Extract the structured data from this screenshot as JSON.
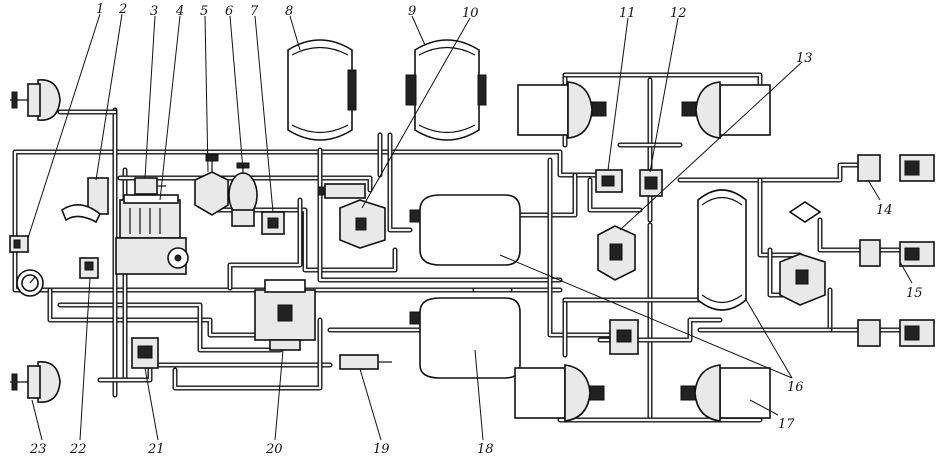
{
  "diagram": {
    "labels": [
      "1",
      "2",
      "3",
      "4",
      "5",
      "6",
      "7",
      "8",
      "9",
      "10",
      "11",
      "12",
      "13",
      "14",
      "15",
      "16",
      "17",
      "18",
      "19",
      "20",
      "21",
      "22",
      "23"
    ]
  },
  "colors": {
    "line": "#111111",
    "fill": "#e9e9e9",
    "background": "#ffffff"
  }
}
